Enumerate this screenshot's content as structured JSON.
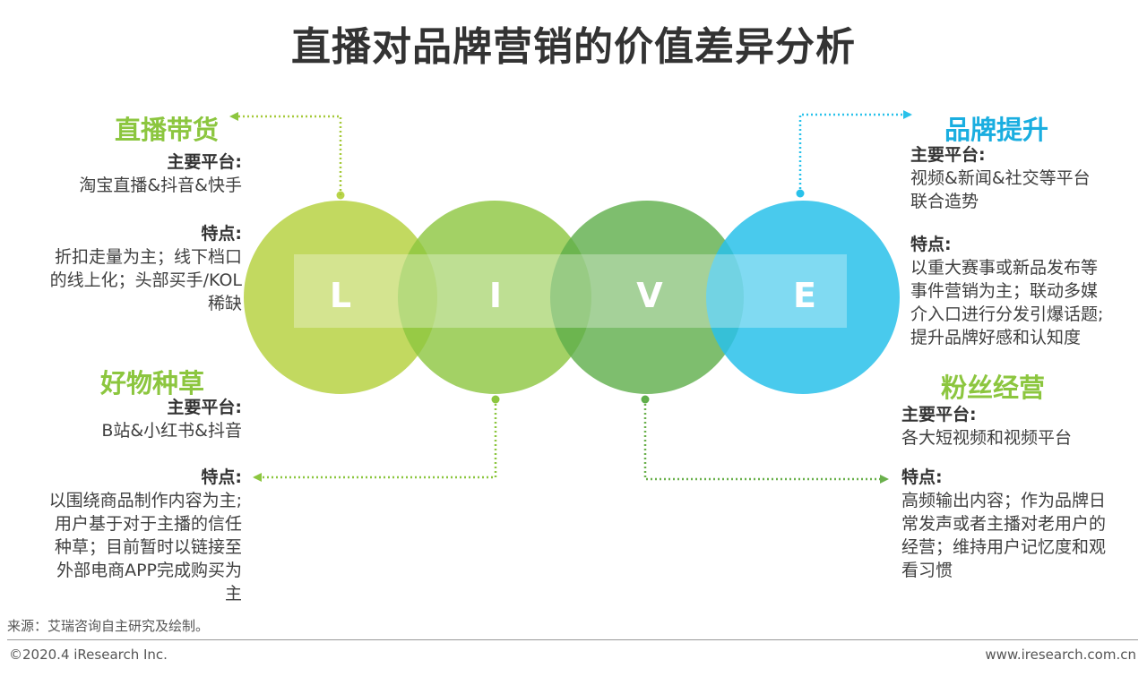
{
  "title": "直播对品牌营销的价值差异分析",
  "colors": {
    "L": "#b9d44a",
    "I": "#8cc63f",
    "V": "#5eae4a",
    "E": "#29c1ea",
    "green_heading": "#8cc63f",
    "blue_heading": "#1aaee0"
  },
  "letters": [
    "L",
    "I",
    "V",
    "E"
  ],
  "sections": {
    "live_commerce": {
      "heading": "直播带货",
      "platform_label": "主要平台:",
      "platform": "淘宝直播&抖音&快手",
      "feature_label": "特点:",
      "feature_lines": [
        "折扣走量为主；线下档口",
        "的线上化；头部买手/KOL",
        "稀缺"
      ]
    },
    "seeding": {
      "heading": "好物种草",
      "platform_label": "主要平台:",
      "platform": "B站&小红书&抖音",
      "feature_label": "特点:",
      "feature_lines": [
        "以围绕商品制作内容为主;",
        "用户基于对于主播的信任",
        "种草；目前暂时以链接至",
        "外部电商APP完成购买为",
        "主"
      ]
    },
    "brand_boost": {
      "heading": "品牌提升",
      "platform_label": "主要平台:",
      "platform_lines": [
        "视频&新闻&社交等平台",
        "联合造势"
      ],
      "feature_label": "特点:",
      "feature_lines": [
        "以重大赛事或新品发布等",
        "事件营销为主；联动多媒",
        "介入口进行分发引爆话题;",
        "提升品牌好感和认知度"
      ]
    },
    "fan_ops": {
      "heading": "粉丝经营",
      "platform_label": "主要平台:",
      "platform": "各大短视频和视频平台",
      "feature_label": "特点:",
      "feature_lines": [
        "高频输出内容；作为品牌日",
        "常发声或者主播对老用户的",
        "经营；维持用户记忆度和观",
        "看习惯"
      ]
    }
  },
  "footer": {
    "source": "来源：艾瑞咨询自主研究及绘制。",
    "copyright": "©2020.4 iResearch Inc.",
    "website": "www.iresearch.com.cn"
  }
}
